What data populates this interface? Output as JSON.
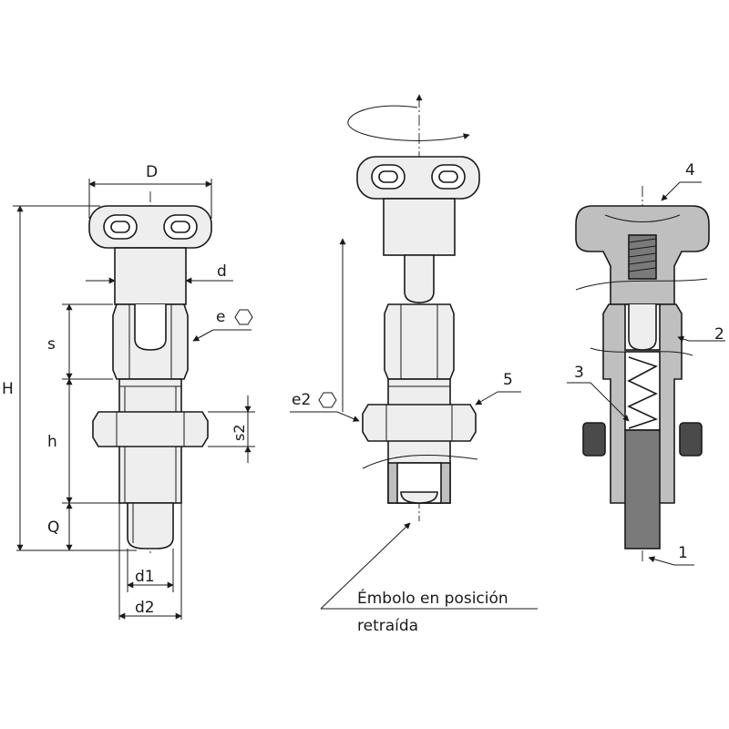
{
  "labels": {
    "D": "D",
    "d": "d",
    "e": "e",
    "s": "s",
    "H": "H",
    "h": "h",
    "s2": "s2",
    "Q": "Q",
    "d1": "d1",
    "d2": "d2",
    "e2": "e2",
    "five": "5",
    "four": "4",
    "two": "2",
    "three": "3",
    "one": "1"
  },
  "caption": {
    "line1": "Émbolo en posición",
    "line2": "retraída"
  }
}
